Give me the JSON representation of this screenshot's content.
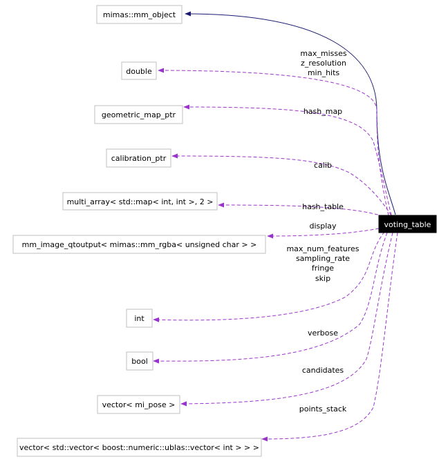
{
  "root": {
    "label": "voting_table"
  },
  "nodes": {
    "mm_object": "mimas::mm_object",
    "double": "double",
    "geometric_map_ptr": "geometric_map_ptr",
    "calibration_ptr": "calibration_ptr",
    "multi_array": "multi_array< std::map< int, int >, 2 >",
    "mm_image": "mm_image_qtoutput< mimas::mm_rgba< unsigned char > >",
    "int": "int",
    "bool": "bool",
    "vector_pose": "vector< mi_pose >",
    "vector_stack": "vector< std::vector< boost::numeric::ublas::vector< int > > >"
  },
  "edge_labels": {
    "double": [
      "max_misses",
      "z_resolution",
      "min_hits"
    ],
    "geometric_map_ptr": [
      "hash_map"
    ],
    "calibration_ptr": [
      "calib"
    ],
    "multi_array": [
      "hash_table"
    ],
    "mm_image": [
      "display"
    ],
    "int": [
      "max_num_features",
      "sampling_rate",
      "fringe",
      "skip"
    ],
    "bool": [
      "verbose"
    ],
    "vector_pose": [
      "candidates"
    ],
    "vector_stack": [
      "points_stack"
    ]
  },
  "colors": {
    "usage_edge": "#9a32cd",
    "inheritance_edge": "#191970",
    "node_border": "#bfbfbf",
    "root_fill": "#000000",
    "root_text": "#ffffff"
  }
}
